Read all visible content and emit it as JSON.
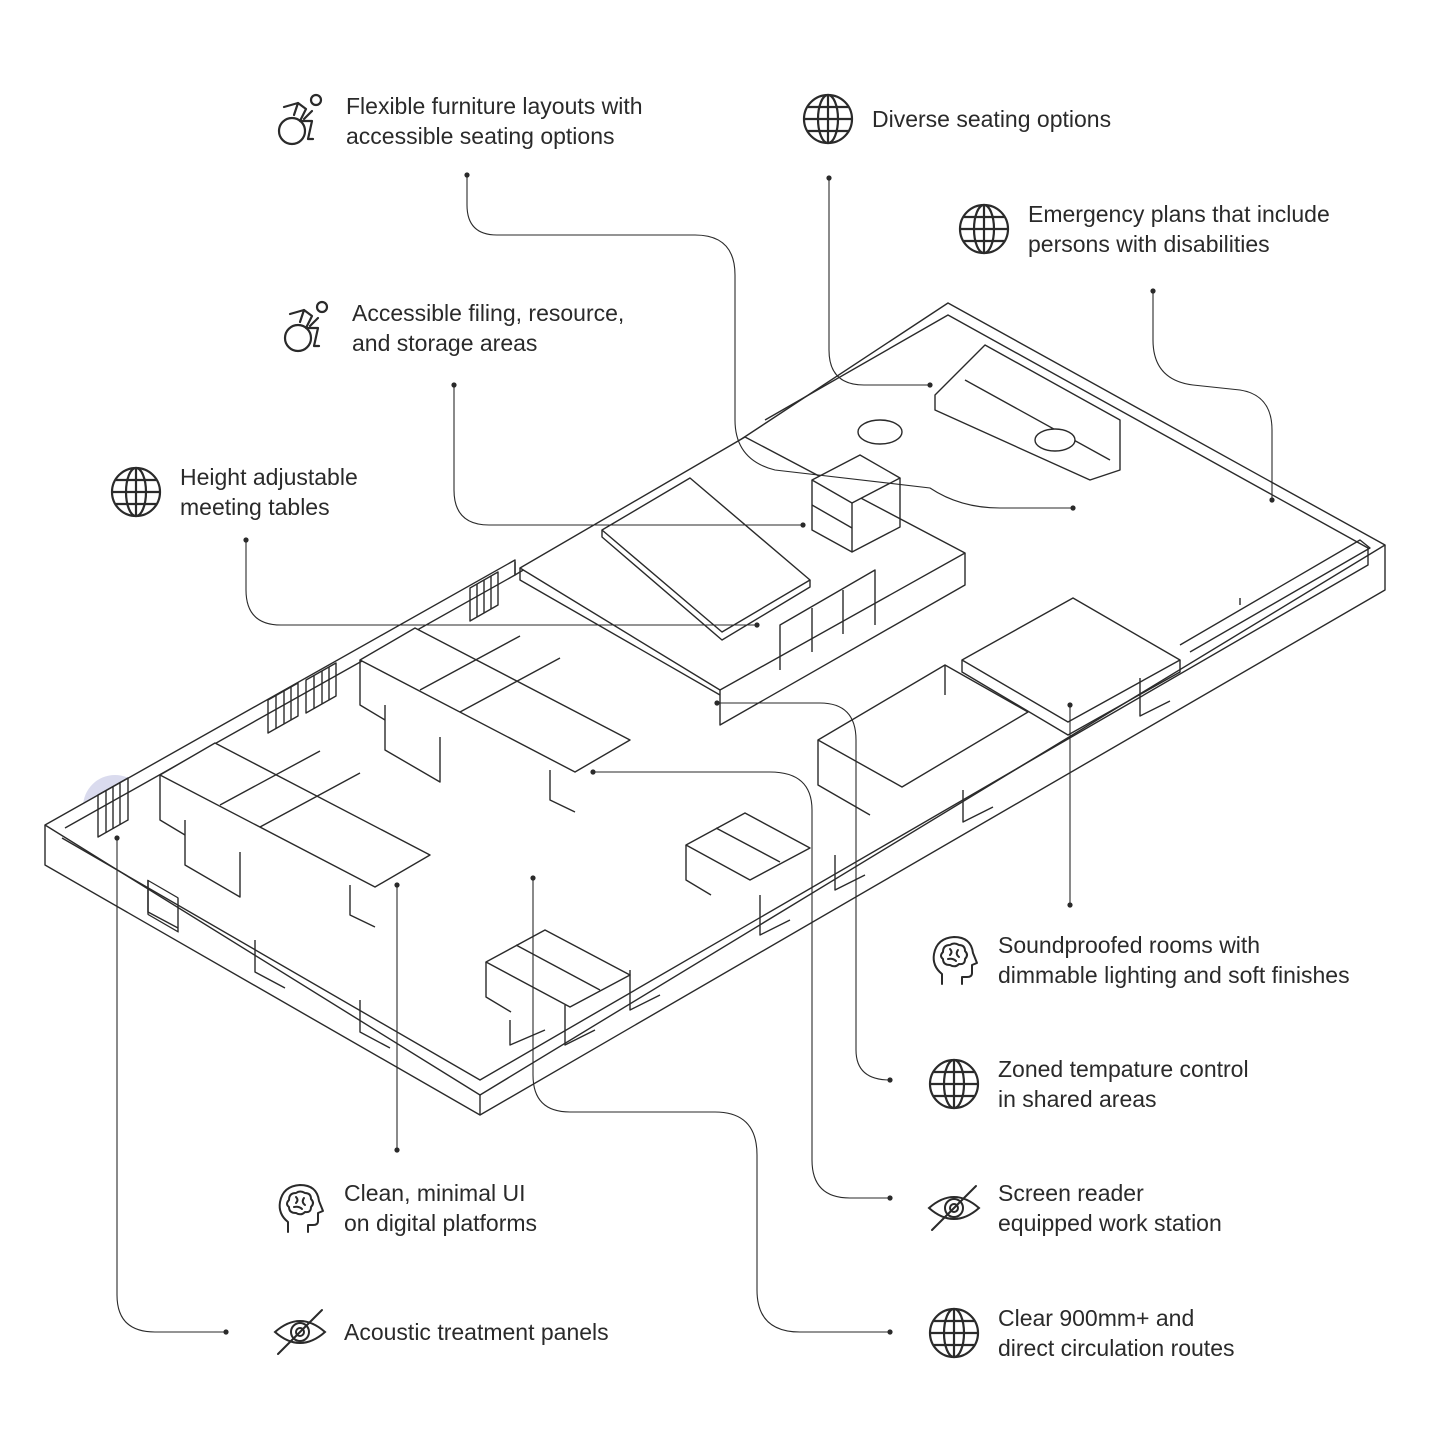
{
  "callouts": [
    {
      "id": "flexible-furniture",
      "icon": "wheelchair-icon",
      "lines": [
        "Flexible furniture layouts with",
        "accessible seating options"
      ]
    },
    {
      "id": "diverse-seating",
      "icon": "globe-icon",
      "lines": [
        "Diverse seating options"
      ]
    },
    {
      "id": "emergency-plans",
      "icon": "globe-icon",
      "lines": [
        "Emergency plans that include",
        "persons with disabilities"
      ]
    },
    {
      "id": "accessible-filing",
      "icon": "wheelchair-icon",
      "lines": [
        "Accessible filing, resource,",
        "and storage areas"
      ]
    },
    {
      "id": "height-adjustable",
      "icon": "globe-icon",
      "lines": [
        "Height adjustable",
        "meeting tables"
      ]
    },
    {
      "id": "soundproofed-rooms",
      "icon": "brain-head-icon",
      "lines": [
        "Soundproofed rooms with",
        "dimmable lighting and soft finishes"
      ]
    },
    {
      "id": "zoned-temperature",
      "icon": "globe-icon",
      "lines": [
        "Zoned tempature control",
        "in shared areas"
      ]
    },
    {
      "id": "clean-minimal-ui",
      "icon": "brain-head-icon",
      "lines": [
        "Clean, minimal UI",
        "on digital platforms"
      ]
    },
    {
      "id": "screen-reader",
      "icon": "eye-slash-icon",
      "lines": [
        "Screen reader",
        "equipped work station"
      ]
    },
    {
      "id": "acoustic-panels",
      "icon": "eye-slash-icon",
      "lines": [
        "Acoustic treatment panels"
      ]
    },
    {
      "id": "clear-circulation",
      "icon": "globe-icon",
      "lines": [
        "Clear 900mm+ and",
        "direct circulation routes"
      ]
    }
  ],
  "colors": {
    "line": "#2a2a2a",
    "green": "#c6dca4",
    "blue": "#b7dde0",
    "pink": "#f4d3d3",
    "purple": "#cdcfe8"
  }
}
